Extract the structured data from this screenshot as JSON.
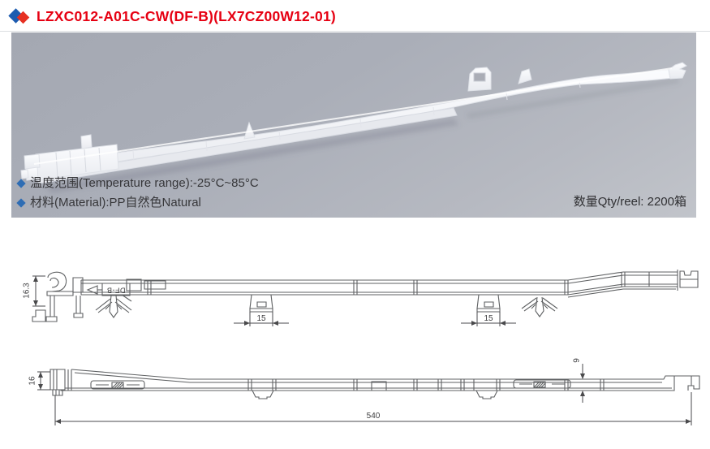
{
  "header": {
    "title": "LZXC012-A01C-CW(DF-B)(LX7CZ00W12-01)"
  },
  "photo": {
    "specs": [
      "温度范围(Temperature range):-25°C~85°C",
      "材料(Material):PP自然色Natural"
    ],
    "qty": "数量Qty/reel: 2200箱"
  },
  "drawings": {
    "side_view": {
      "height": "16.3",
      "label": "DF-B",
      "tab_width_left": "15",
      "tab_width_right": "15"
    },
    "bottom_view": {
      "height": "16",
      "rib_height": "9",
      "length": "540"
    }
  },
  "colors": {
    "title_red": "#e60012",
    "diamond_blue": "#1d5cb0",
    "diamond_red": "#e63022",
    "bullet_blue": "#2e6db4",
    "photo_bg_top": "#a6aab4",
    "photo_bg_bottom": "#c0c3c9",
    "drawing_line": "#5f6163"
  }
}
